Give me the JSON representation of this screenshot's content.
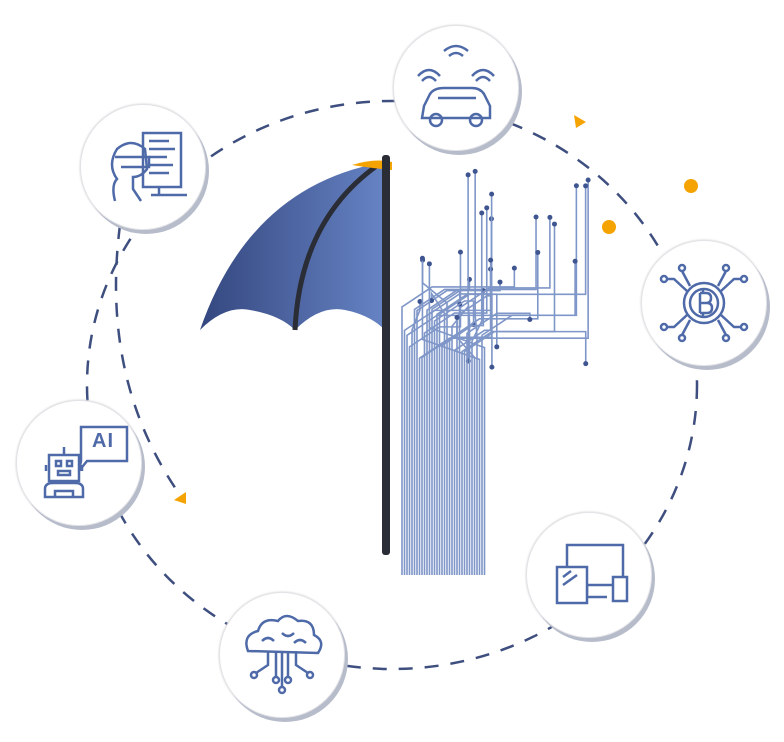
{
  "diagram": {
    "center": "umbrella-circuit",
    "nodes": [
      {
        "id": "connected-car",
        "icon": "connected-car-icon"
      },
      {
        "id": "cyber-user",
        "icon": "hacker-computer-icon"
      },
      {
        "id": "bitcoin",
        "icon": "bitcoin-network-icon"
      },
      {
        "id": "ai-robot",
        "icon": "ai-robot-icon",
        "label": "AI"
      },
      {
        "id": "devices",
        "icon": "multi-device-icon"
      },
      {
        "id": "cloud-brain",
        "icon": "cloud-brain-icon"
      }
    ],
    "colors": {
      "primary": "#4f6aa8",
      "dash": "#3e4f7f",
      "accent": "#f5a300",
      "shaft": "#2a2d36"
    }
  }
}
